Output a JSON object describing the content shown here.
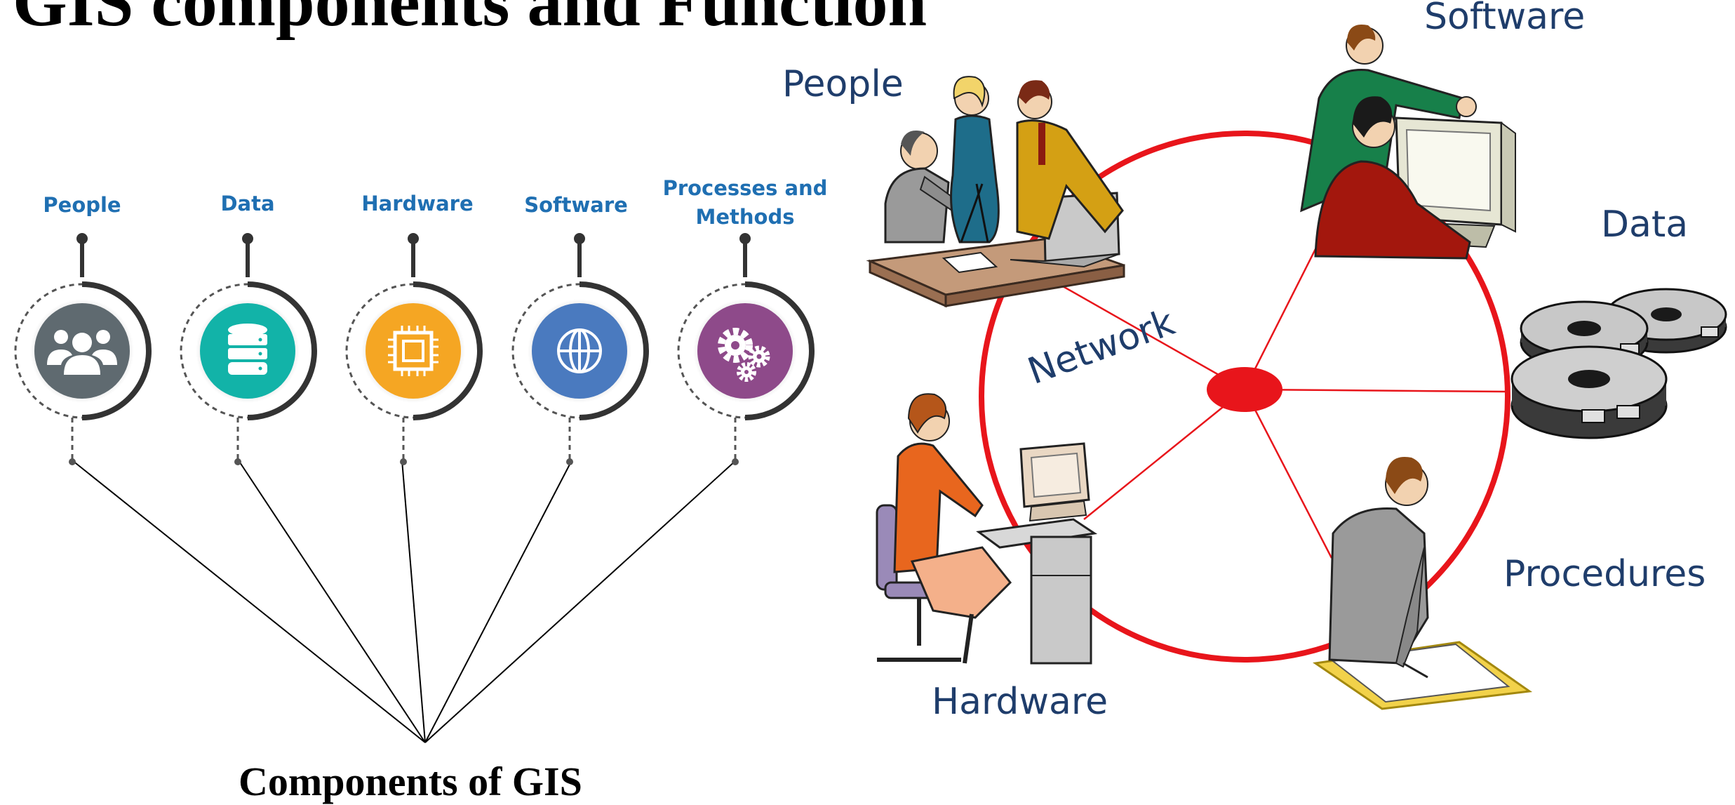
{
  "title": "GIS components and Function",
  "left_diagram": {
    "components": [
      {
        "label_lines": [
          "People"
        ],
        "icon": "people-group-icon",
        "color": "#5f6a70"
      },
      {
        "label_lines": [
          "Data"
        ],
        "icon": "database-icon",
        "color": "#12b3a8"
      },
      {
        "label_lines": [
          "Hardware"
        ],
        "icon": "microchip-icon",
        "color": "#f5a623"
      },
      {
        "label_lines": [
          "Software"
        ],
        "icon": "globe-icon",
        "color": "#4a7abf"
      },
      {
        "label_lines": [
          "Processes and",
          "Methods"
        ],
        "icon": "gears-icon",
        "color": "#8e4a8a"
      }
    ],
    "caption": "Components of GIS"
  },
  "right_diagram": {
    "labels": {
      "people": "People",
      "software": "Software",
      "data": "Data",
      "network": "Network",
      "hardware": "Hardware",
      "procedures": "Procedures"
    },
    "ring_color": "#e8151b"
  }
}
